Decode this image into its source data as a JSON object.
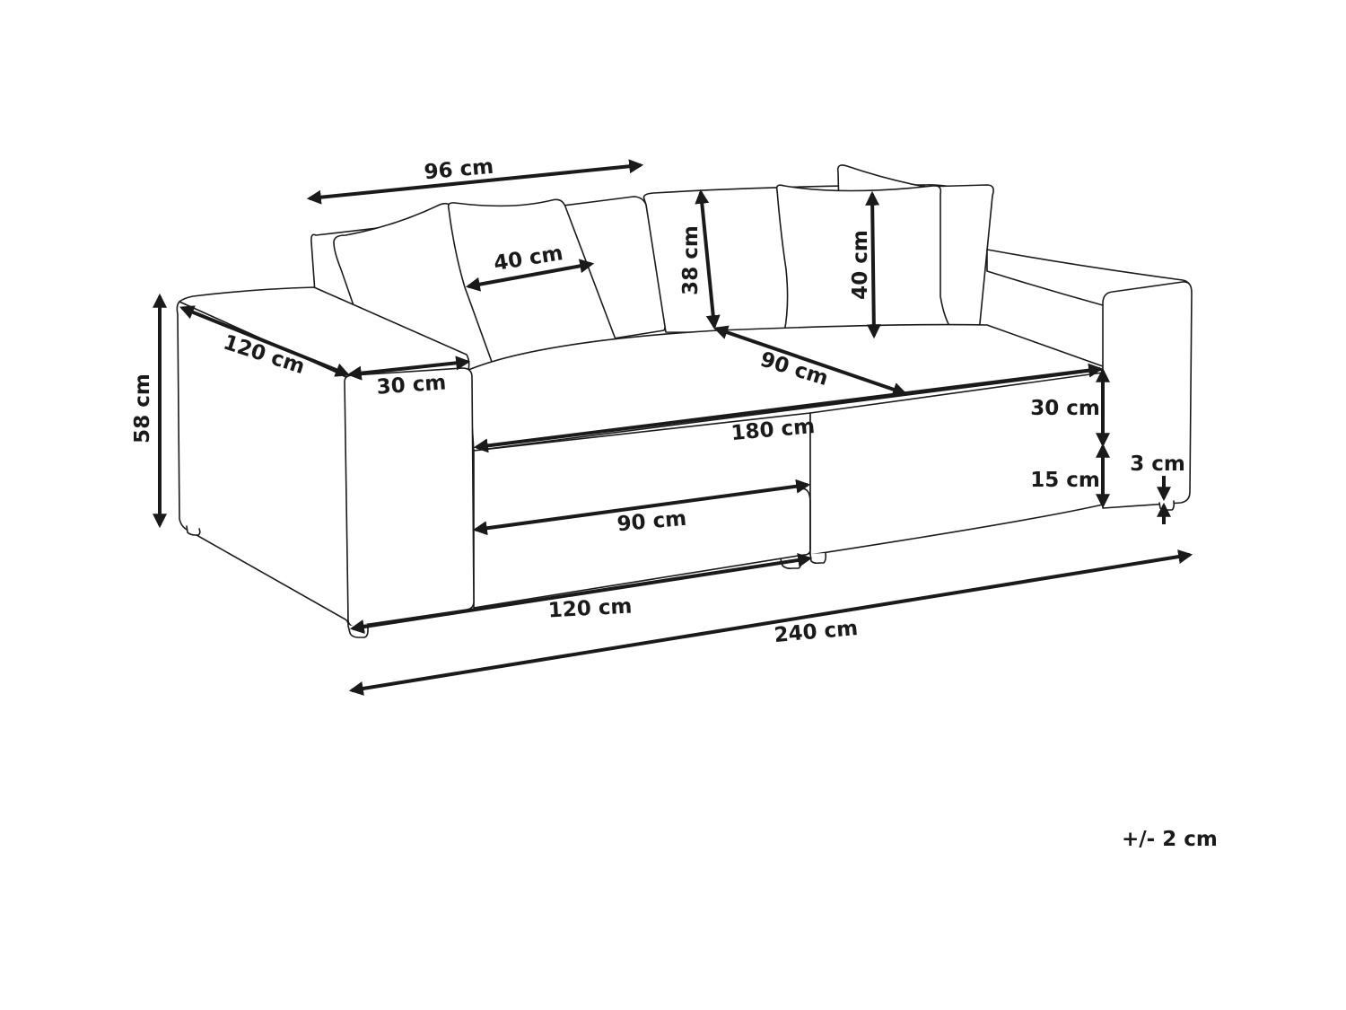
{
  "colors": {
    "ink": "#1a1a1a",
    "background": "#ffffff"
  },
  "dimensions": {
    "back_cushion_width": "96 cm",
    "pillow_left_width": "40 cm",
    "back_cushion_height": "38 cm",
    "pillow_right_height": "40 cm",
    "total_height": "58 cm",
    "total_depth": "120 cm",
    "armrest_width": "30 cm",
    "seat_cushion_depth": "90 cm",
    "seat_width": "180 cm",
    "backrest_height_above_seat": "30 cm",
    "seat_cushion_height": "15 cm",
    "leg_height": "3 cm",
    "seat_module_width": "90 cm",
    "lower_width": "120 cm",
    "total_width": "240 cm"
  },
  "note": {
    "tolerance": "+/- 2 cm"
  }
}
